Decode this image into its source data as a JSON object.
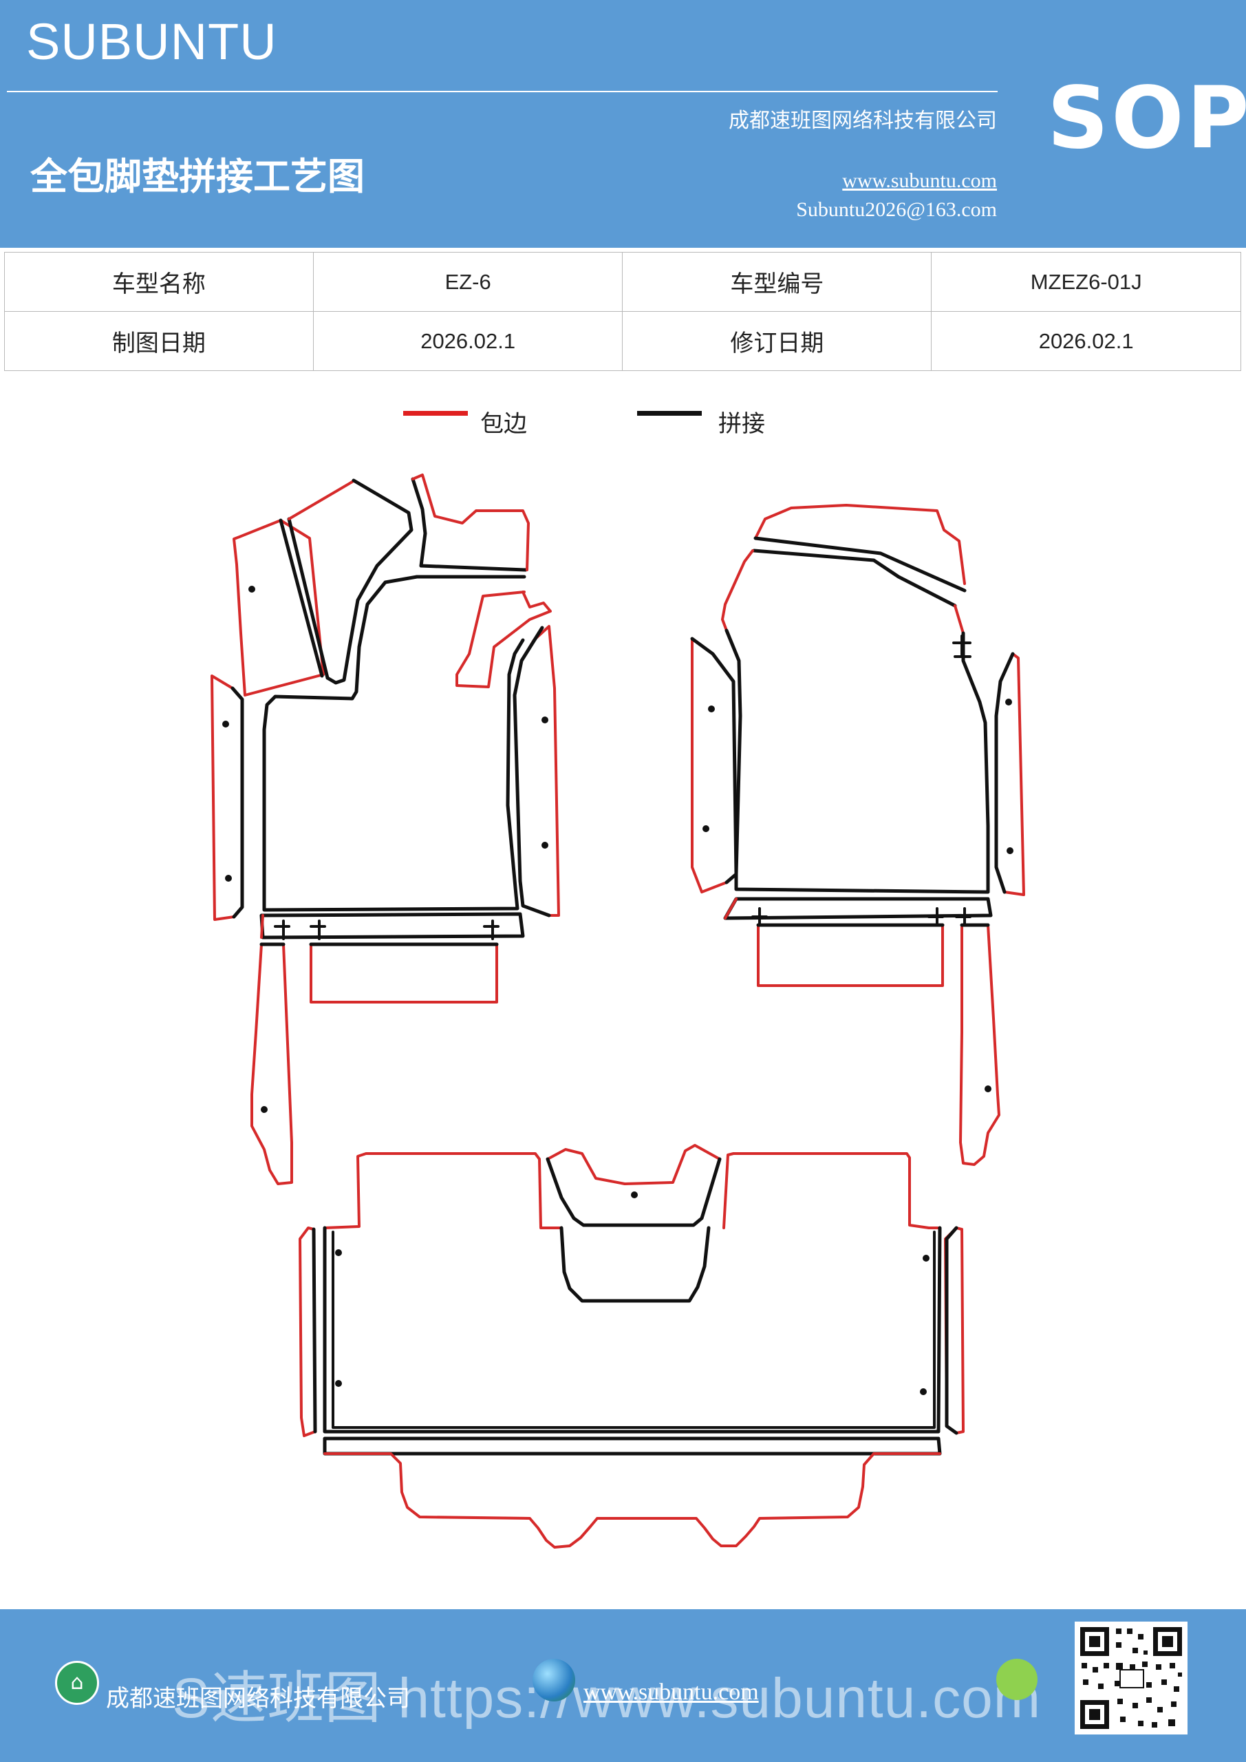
{
  "header": {
    "brand": "SUBUNTU",
    "title": "全包脚垫拼接工艺图",
    "company": "成都速班图网络科技有限公司",
    "website": "www.subuntu.com",
    "email": "Subuntu2026@163.com",
    "badge": "SOP"
  },
  "info_table": {
    "rows": [
      {
        "label1": "车型名称",
        "value1": "EZ-6",
        "label2": "车型编号",
        "value2": "MZEZ6-01J"
      },
      {
        "label1": "制图日期",
        "value1": "2026.02.1",
        "label2": "修订日期",
        "value2": "2026.02.1"
      }
    ]
  },
  "legend": {
    "items": [
      {
        "label": "包边",
        "color": "#e02020"
      },
      {
        "label": "拼接",
        "color": "#111111"
      }
    ]
  },
  "footer": {
    "company": "成都速班图网络科技有限公司",
    "url": "www.subuntu.com",
    "watermark": "S速班图 https://www.subuntu.com"
  },
  "colors": {
    "header_bg": "#5b9bd5",
    "edge": "#d62a2a",
    "seam": "#111111"
  },
  "icons": [
    "building-icon",
    "globe-icon",
    "flower-icon",
    "qr-code"
  ]
}
